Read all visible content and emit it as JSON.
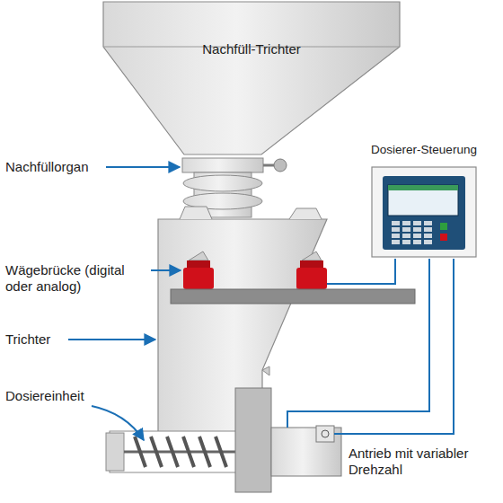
{
  "diagram": {
    "nodes": [
      {
        "text": [
          "Nachfüll-Trichter"
        ]
      },
      {
        "text": [
          "Dosierer-Steuerung"
        ]
      }
    ],
    "labels": [
      "Nachfüllorgan",
      "Wägebrücke (digital oder analog)",
      "Trichter",
      "Dosiereinheit",
      "Antrieb mit variabler Drehzahl"
    ]
  }
}
